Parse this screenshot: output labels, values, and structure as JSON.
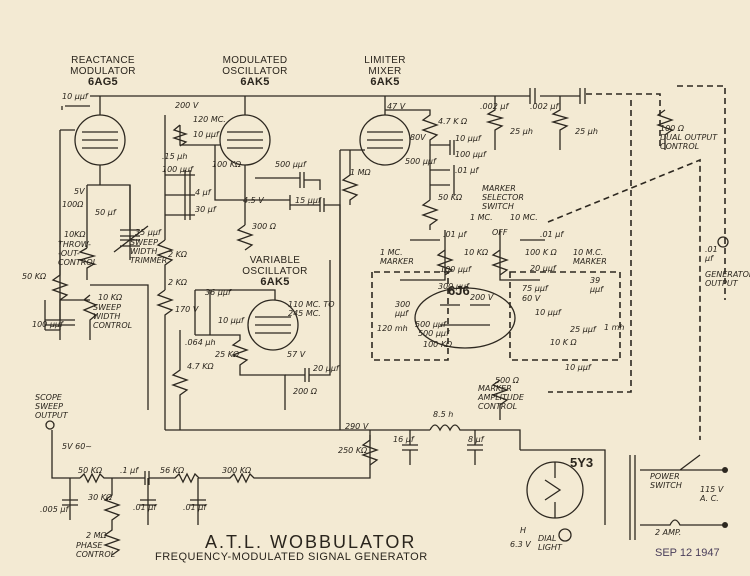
{
  "title": "A.T.L. WOBBULATOR",
  "subtitle": "FREQUENCY-MODULATED SIGNAL GENERATOR",
  "date_stamp": "SEP 12 1947",
  "sections": {
    "reactance_modulator": {
      "line1": "REACTANCE",
      "line2": "MODULATOR",
      "tube": "6AG5"
    },
    "modulated_oscillator": {
      "line1": "MODULATED",
      "line2": "OSCILLATOR",
      "tube": "6AK5"
    },
    "limiter_mixer": {
      "line1": "LIMITER",
      "line2": "MIXER",
      "tube": "6AK5"
    },
    "variable_oscillator": {
      "line1": "VARIABLE",
      "line2": "OSCILLATOR",
      "tube": "6AK5"
    },
    "marker_tube": "6J6",
    "rectifier_tube": "5Y3"
  },
  "labels": {
    "rm_cap": "10 μμf",
    "rm_5v": "5V",
    "rm_100ohm": "100Ω",
    "rm_10k_throw": "10KΩ",
    "throw_out": "THROW-\n-OUT-\nCONTROL",
    "cap_50uf": "50 μf",
    "sweep_trimmer_cap": "35 μμf",
    "sweep_trimmer": "SWEEP\nWIDTH\nTRIMMER",
    "r_50k": "50 KΩ",
    "sweep_ctrl_r": "10 KΩ",
    "sweep_ctrl": "SWEEP\nWIDTH\nCONTROL",
    "cap_100uuf": "100   μμf",
    "mo_200v": "200 V",
    "mo_120mc": "120 MC.",
    "mo_10uuf": "10 μμf",
    "mo_15uh": ".15 μh",
    "mo_100uuf": "100 μμf",
    "mo_4uf": "4  μf",
    "mo_30uf": "30  μf",
    "mo_100k": "100 KΩ",
    "mo_500uuf": "500 μμf",
    "mo_45v": "4.5 V",
    "mo_15uuf": "15 μμf",
    "mo_300ohm": "300 Ω",
    "r_2k_a": "2 KΩ",
    "r_2k_b": "2 KΩ",
    "lm_47v": "47 V",
    "lm_80v": "80V",
    "lm_47k": "4.7 K Ω",
    "lm_1m": "1 MΩ",
    "lm_500uuf": "500 μμf",
    "lm_10uuf": "10 μμf",
    "lm_100uuf": "100 μμf",
    "lm_01uf": ".01 μf",
    "lm_50k": "50 KΩ",
    "cap_002_a": ".002 μf",
    "cap_002_b": ".002 μf",
    "coil_25uh_a": "25 μh",
    "coil_25uh_b": "25 μh",
    "dual_output_r": "100 Ω",
    "dual_output": "DUAL OUTPUT\nCONTROL",
    "gen_out_cap": ".01\nμf",
    "gen_out": "GENERATOR\nOUTPUT",
    "marker_selector": "MARKER\nSELECTOR\nSWITCH",
    "sw_1mc": "1 MC.",
    "sw_10mc": "10 MC.",
    "sw_off": "OFF",
    "ms_01uf_a": ".01 μf",
    "ms_01uf_b": ".01 μf",
    "ms_10k": "10 KΩ",
    "ms_100k": "100 K Ω",
    "marker_1mc": "1 MC.\nMARKER",
    "marker_10mc": "10 M.C.\nMARKER",
    "mk_100uuf": "100 μμf",
    "mk_300uuf": "300 μμf",
    "mk_300uuf_var": "300\nμμf",
    "mk_500uuf_a": "500 μμf",
    "mk_500uuf_b": "500 μμf",
    "mk_120mh": "120 mh",
    "mk_100k": "100 KΩ",
    "mk_200v": "200 V",
    "mk_60v": "60 V",
    "mk_75uuf": "75  μμf",
    "mk_20uuf": "20 μμf",
    "mk_39uuf": "39\nμμf",
    "mk_25uuf": "25 μμf",
    "mk_10uuf": "10 μμf",
    "mk_1mh": "1 mh",
    "mk_10k": "10 K Ω",
    "mk_500ohm": "500 Ω",
    "marker_amp": "MARKER\nAMPLITUDE\nCONTROL",
    "mk_out_10uuf": "10 μμf",
    "vo_36uuf": "36  μμf",
    "vo_10uuf": "10 μμf",
    "vo_170v": "170 V",
    "vo_064uh": ".064 μh",
    "vo_25k": "25 KΩ",
    "vo_range": "110 MC. TO\n245 MC.",
    "vo_57v": "57 V",
    "vo_20uuf": "20 μμf",
    "vo_200ohm": "200 Ω",
    "vo_47k": "4.7 KΩ",
    "ps_290v": "290 V",
    "ps_250k": "250 KΩ",
    "ps_choke": "8.5 h",
    "ps_16uf": "16   μf",
    "ps_8uf": "8   μf",
    "ps_63v": "6.3 V",
    "dial_light": "DIAL\nLIGHT",
    "power_switch": "POWER\nSWITCH",
    "ac_in": "115 V\nA. C.",
    "fuse": "2 AMP.",
    "scope_out": "SCOPE\nSWEEP\nOUTPUT",
    "scope_wave": "5V  60~",
    "sc_50k": "50 KΩ",
    "sc_1uf": ".1 μf",
    "sc_56k": "56 KΩ",
    "sc_300k": "300 KΩ",
    "sc_005uf": ".005   μf",
    "sc_30k": "30 KΩ",
    "sc_01uf_a": ".01  μf",
    "sc_01uf_b": ".01  μf",
    "sc_2m": "2 MΩ",
    "phase_ctrl": "PHASE\nCONTROL",
    "heater": "H"
  }
}
